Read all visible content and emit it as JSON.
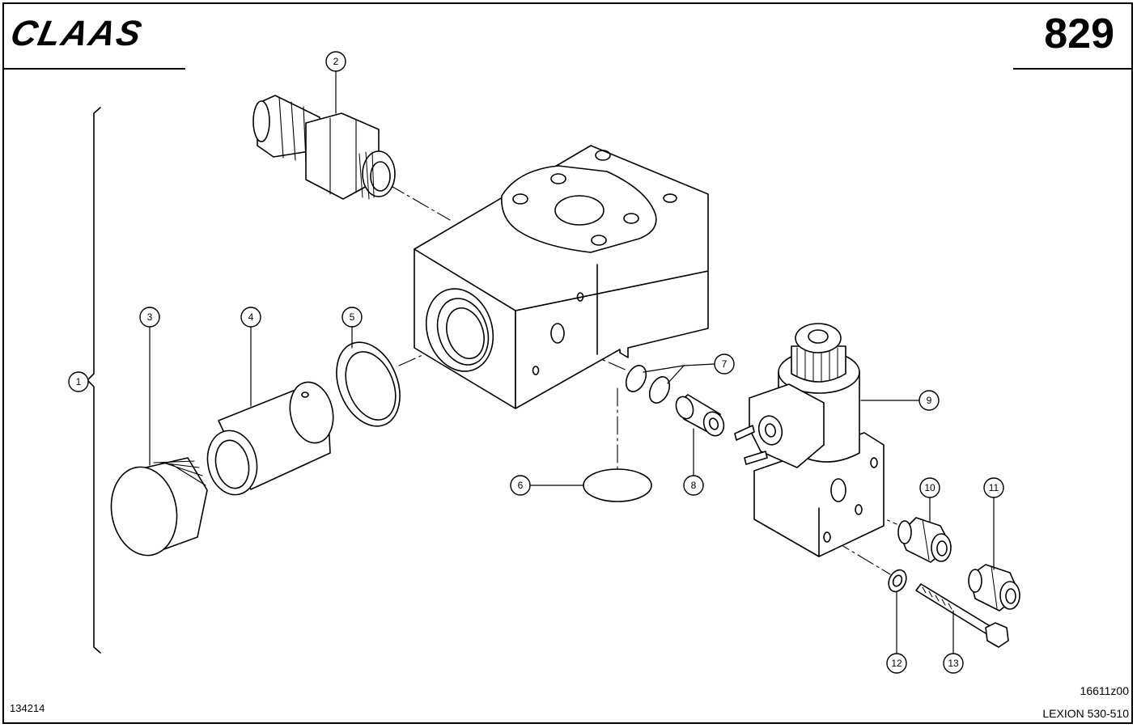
{
  "header": {
    "brand": "CLAAS",
    "page_number": "829"
  },
  "footer": {
    "drawing_code": "16611z00",
    "model": "LEXION 530-510",
    "catalog_number": "134214"
  },
  "callouts": [
    "1",
    "2",
    "3",
    "4",
    "5",
    "6",
    "7",
    "8",
    "9",
    "10",
    "11",
    "12",
    "13"
  ]
}
